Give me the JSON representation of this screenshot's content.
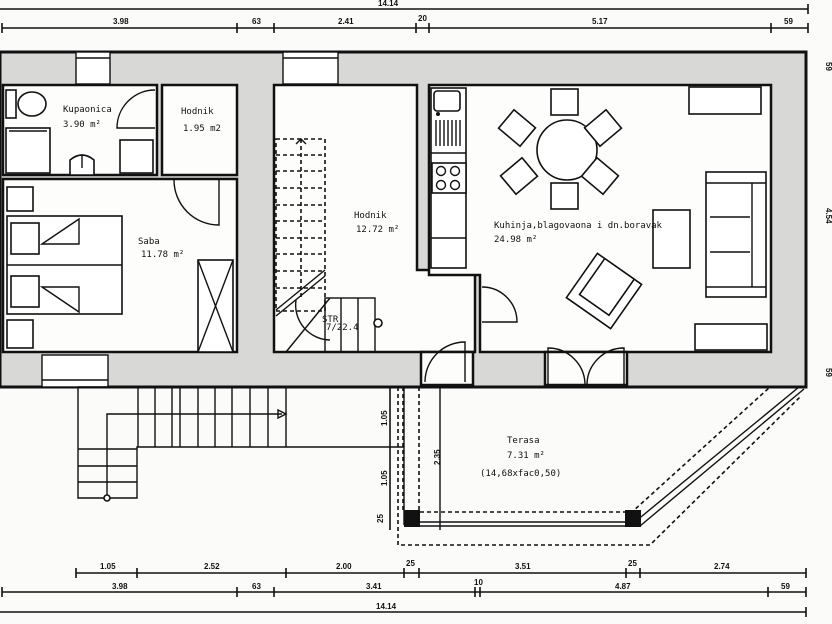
{
  "plan": {
    "rooms": [
      {
        "id": "kupaonica",
        "name": "Kupaonica",
        "area": "3.90  m²"
      },
      {
        "id": "hodnik-small",
        "name": "Hodnik",
        "area": "1.95  m2"
      },
      {
        "id": "saba",
        "name": "Saba",
        "area": "11.78  m²"
      },
      {
        "id": "hodnik-main",
        "name": "Hodnik",
        "area": "12.72  m²"
      },
      {
        "id": "kuhinja",
        "name": "Kuhinja,blagovaona  i  dn.boravak",
        "area": "24.98  m²"
      },
      {
        "id": "terasa",
        "name": "Terasa",
        "area": "7.31  m²",
        "note": "(14,68xfac0,50)"
      }
    ],
    "stair_note": {
      "line1": "STR",
      "line2": "7/22.4"
    },
    "dimensions_top": {
      "overall": "14.14",
      "segments": [
        "3.98",
        "63",
        "2.41",
        "20",
        "5.17",
        "59"
      ]
    },
    "dimensions_bottom": {
      "row1": [
        "1.05",
        "2.52",
        "2.00",
        "25",
        "3.51",
        "25",
        "2.74"
      ],
      "row2": [
        "3.98",
        "63",
        "3.41",
        "10",
        "4.87",
        "59"
      ],
      "overall": "14.14"
    },
    "dimensions_right": [
      "59",
      "4.54",
      "59"
    ],
    "dimensions_terrace": [
      "1.05",
      "1.05",
      "25",
      "2.35"
    ]
  }
}
